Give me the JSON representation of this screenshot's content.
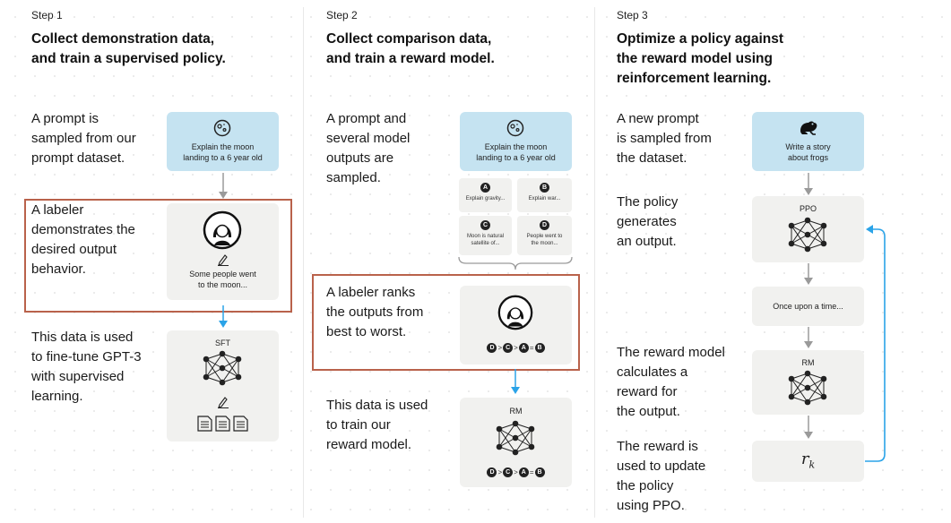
{
  "steps": [
    {
      "label": "Step 1",
      "title_line1": "Collect demonstration data,",
      "title_line2": "and train a supervised policy.",
      "text_prompt": [
        "A prompt is",
        "sampled from our",
        "prompt dataset."
      ],
      "prompt_card": [
        "Explain the moon",
        "landing to a 6 year old"
      ],
      "text_labeler": [
        "A labeler",
        "demonstrates the",
        "desired output",
        "behavior."
      ],
      "labeler_card": [
        "Some people went",
        "to the moon..."
      ],
      "text_finetune": [
        "This data is used",
        "to fine-tune GPT-3",
        "with supervised",
        "learning."
      ],
      "model_card_label": "SFT"
    },
    {
      "label": "Step 2",
      "title_line1": "Collect comparison data,",
      "title_line2": "and train a reward model.",
      "text_prompt": [
        "A prompt and",
        "several model",
        "outputs are",
        "sampled."
      ],
      "prompt_card": [
        "Explain the moon",
        "landing to a 6 year old"
      ],
      "outputs": [
        {
          "letter": "A",
          "text": [
            "Explain gravity..."
          ]
        },
        {
          "letter": "B",
          "text": [
            "Explain war..."
          ]
        },
        {
          "letter": "C",
          "text": [
            "Moon is natural",
            "satellite of..."
          ]
        },
        {
          "letter": "D",
          "text": [
            "People went to",
            "the moon..."
          ]
        }
      ],
      "text_rank": [
        "A labeler ranks",
        "the outputs from",
        "best to worst."
      ],
      "ranking": [
        "D",
        ">",
        "C",
        ">",
        "A",
        "=",
        "B"
      ],
      "text_train": [
        "This data is used",
        "to train our",
        "reward model."
      ],
      "model_card_label": "RM"
    },
    {
      "label": "Step 3",
      "title_line1": "Optimize a policy against",
      "title_line2": "the reward model using",
      "title_line3": "reinforcement learning.",
      "text_prompt": [
        "A new prompt",
        "is sampled from",
        "the dataset."
      ],
      "prompt_card": [
        "Write a story",
        "about frogs"
      ],
      "text_policy": [
        "The policy",
        "generates",
        "an output."
      ],
      "policy_label": "PPO",
      "output_text": "Once upon a time...",
      "text_reward": [
        "The reward model",
        "calculates a",
        "reward for",
        "the output."
      ],
      "rm_label": "RM",
      "reward_symbol": "r",
      "reward_subscript": "k",
      "text_update": [
        "The reward is",
        "used to update",
        "the policy",
        "using PPO."
      ]
    }
  ],
  "colors": {
    "prompt_card": "#c5e3f1",
    "card": "#f1f1ef",
    "highlight_border": "#b9624b",
    "arrow_gray": "#9a9a9a",
    "arrow_blue": "#2aa3e8",
    "text": "#1a1a1a"
  },
  "icons": {
    "step1_prompt": "moon-icon",
    "step2_prompt": "moon-icon",
    "step3_prompt": "frog-icon",
    "labeler": "person-icon",
    "pencil": "pencil-icon",
    "documents": "document-icon",
    "network": "neural-network-icon"
  }
}
